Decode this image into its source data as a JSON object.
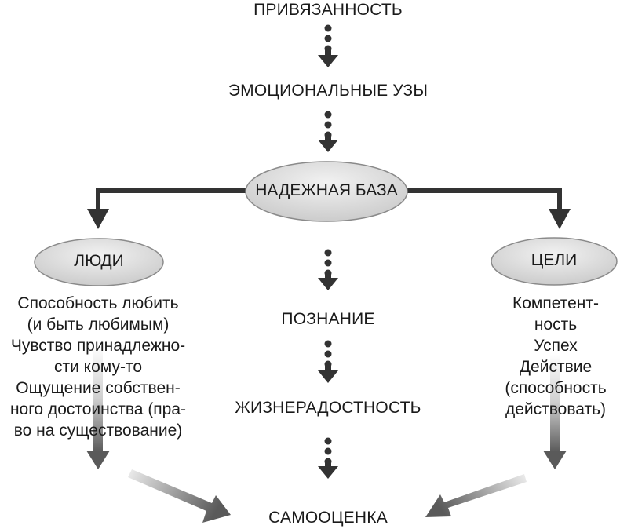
{
  "nodes": {
    "attachment": "ПРИВЯЗАННОСТЬ",
    "emotional_bonds": "ЭМОЦИОНАЛЬНЫЕ УЗЫ",
    "secure_base": "НАДЕЖНАЯ БАЗА",
    "people": "ЛЮДИ",
    "goals": "ЦЕЛИ",
    "cognition": "ПОЗНАНИЕ",
    "joy_of_life": "ЖИЗНЕРАДОСТНОСТЬ",
    "self_esteem": "САМООЦЕНКА"
  },
  "people_list": [
    "Способность любить",
    "(и быть любимым)",
    "Чувство принадлежно-",
    "сти кому-то",
    "Ощущение собствен-",
    "ного достоинства (пра-",
    "во на существование)"
  ],
  "goals_list": [
    "Компетент-",
    "ность",
    "Успех",
    "Действие",
    "(способность",
    "действовать)"
  ],
  "colors": {
    "arrow": "#333333",
    "ellipse_fill": "#dcdcdc",
    "ellipse_stroke": "#8a8a8a"
  }
}
